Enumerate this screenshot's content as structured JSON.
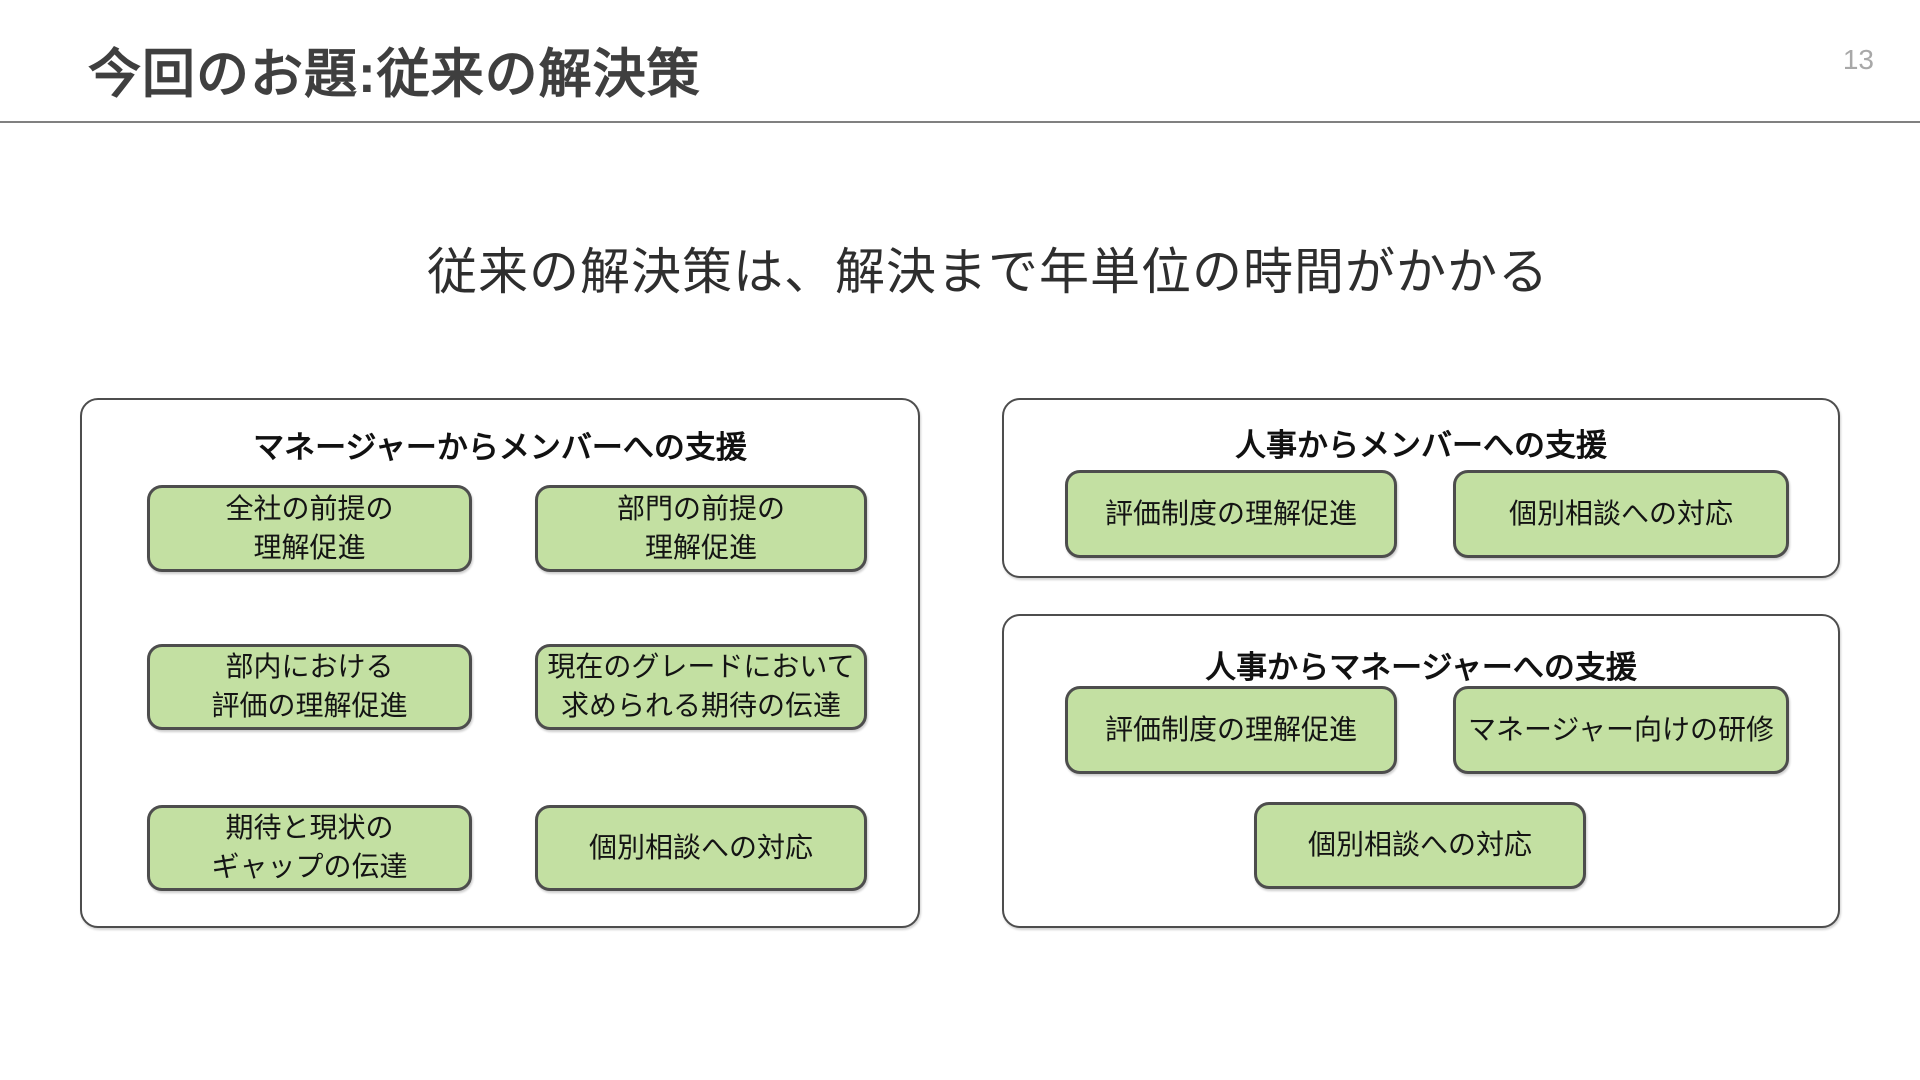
{
  "slide": {
    "title": "今回のお題:従来の解決策",
    "page_number": "13",
    "subtitle": "従来の解決策は、解決まで年単位の時間がかかる"
  },
  "panels": {
    "manager_to_member": {
      "title": "マネージャーからメンバーへの支援",
      "boxes": {
        "company_premise": {
          "line1": "全社の前提の",
          "line2": "理解促進"
        },
        "division_premise": {
          "line1": "部門の前提の",
          "line2": "理解促進"
        },
        "internal_evaluation": {
          "line1": "部内における",
          "line2": "評価の理解促進"
        },
        "grade_expectation": {
          "line1": "現在のグレードにおいて",
          "line2": "求められる期待の伝達"
        },
        "expectation_gap": {
          "line1": "期待と現状の",
          "line2": "ギャップの伝達"
        },
        "individual_consultation": {
          "line1": "個別相談への対応"
        }
      }
    },
    "hr_to_member": {
      "title": "人事からメンバーへの支援",
      "boxes": {
        "evaluation_system": {
          "line1": "評価制度の理解促進"
        },
        "individual_consultation": {
          "line1": "個別相談への対応"
        }
      }
    },
    "hr_to_manager": {
      "title": "人事からマネージャーへの支援",
      "boxes": {
        "evaluation_system": {
          "line1": "評価制度の理解促進"
        },
        "manager_training": {
          "line1": "マネージャー向けの研修"
        },
        "individual_consultation": {
          "line1": "個別相談への対応"
        }
      }
    }
  },
  "colors": {
    "box_fill": "#c3e0a2",
    "box_border": "#4d4d4d",
    "panel_border": "#4d4d4d",
    "header_rule": "#808080",
    "title_text": "#3f3f3f",
    "subtitle_text": "#2e2e2e",
    "page_number_text": "#a8a8a8"
  }
}
